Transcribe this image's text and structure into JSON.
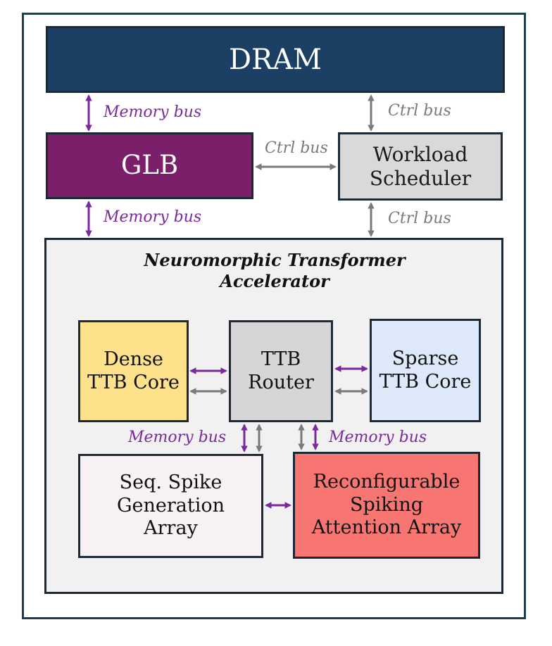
{
  "blocks": {
    "dram": "DRAM",
    "glb": "GLB",
    "workload_scheduler": [
      "Workload",
      "Scheduler"
    ],
    "accelerator_title": [
      "Neuromorphic Transformer",
      "Accelerator"
    ],
    "dense_core": [
      "Dense",
      "TTB Core"
    ],
    "router": [
      "TTB",
      "Router"
    ],
    "sparse_core": [
      "Sparse",
      "TTB Core"
    ],
    "seq_spike": [
      "Seq. Spike",
      "Generation",
      "Array"
    ],
    "reconfigurable": [
      "Reconfigurable",
      "Spiking",
      "Attention Array"
    ]
  },
  "bus_labels": {
    "dram_glb": "Memory bus",
    "dram_scheduler": "Ctrl bus",
    "glb_scheduler": "Ctrl bus",
    "glb_accel": "Memory bus",
    "scheduler_accel": "Ctrl bus",
    "router_seq": "Memory bus",
    "router_reconf": "Memory bus"
  },
  "colors": {
    "memory_bus": "#7a2a9c",
    "ctrl_bus": "#7a7a7a",
    "dram_fill": "#1c3f64",
    "glb_fill": "#7b1f6b",
    "scheduler_fill": "#d9d9d9",
    "dense_fill": "#fde28b",
    "router_fill": "#d6d6d6",
    "sparse_fill": "#dde9fb",
    "seq_fill": "#f8f1f6",
    "reconf_fill": "#f77672"
  }
}
